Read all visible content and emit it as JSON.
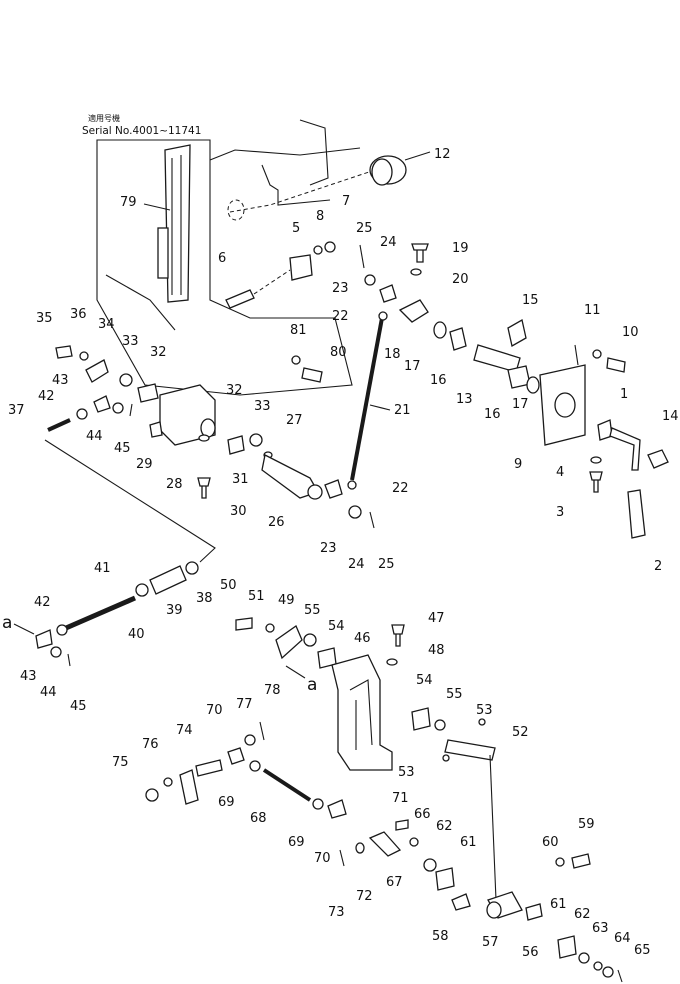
{
  "serial": {
    "japanese": "適用号機",
    "range": "Serial No.4001~11741"
  },
  "reference_letter": "a",
  "callouts": {
    "c1": "1",
    "c2": "2",
    "c3": "3",
    "c4": "4",
    "c5": "5",
    "c6": "6",
    "c7": "7",
    "c8": "8",
    "c9": "9",
    "c10": "10",
    "c11": "11",
    "c12": "12",
    "c13": "13",
    "c14": "14",
    "c15": "15",
    "c16a": "16",
    "c16b": "16",
    "c17a": "17",
    "c17b": "17",
    "c19": "19",
    "c20": "20",
    "c21": "21",
    "c22a": "22",
    "c22b": "22",
    "c23a": "23",
    "c23b": "23",
    "c24a": "24",
    "c24b": "24",
    "c25a": "25",
    "c25b": "25",
    "c26": "26",
    "c27": "27",
    "c28": "28",
    "c29": "29",
    "c30": "30",
    "c31": "31",
    "c32a": "32",
    "c32b": "32",
    "c33a": "33",
    "c33b": "33",
    "c34": "34",
    "c35": "35",
    "c36": "36",
    "c37": "37",
    "c38": "38",
    "c39": "39",
    "c40": "40",
    "c41": "41",
    "c42a": "42",
    "c42b": "42",
    "c43a": "43",
    "c43b": "43",
    "c44a": "44",
    "c44b": "44",
    "c45a": "45",
    "c45b": "45",
    "c46": "46",
    "c47": "47",
    "c48": "48",
    "c49": "49",
    "c50": "50",
    "c51": "51",
    "c52": "52",
    "c53a": "53",
    "c53b": "53",
    "c54a": "54",
    "c54b": "54",
    "c55a": "55",
    "c55b": "55",
    "c56": "56",
    "c57": "57",
    "c58": "58",
    "c59": "59",
    "c60": "60",
    "c61a": "61",
    "c61b": "61",
    "c62a": "62",
    "c62b": "62",
    "c63": "63",
    "c64": "64",
    "c65": "65",
    "c66": "66",
    "c67": "67",
    "c68": "68",
    "c69a": "69",
    "c69b": "69",
    "c70a": "70",
    "c70b": "70",
    "c71": "71",
    "c72": "72",
    "c73": "73",
    "c74": "74",
    "c75": "75",
    "c76": "76",
    "c77": "77",
    "c78": "78",
    "c79": "79",
    "c80": "80",
    "c81": "81",
    "c18": "18"
  }
}
